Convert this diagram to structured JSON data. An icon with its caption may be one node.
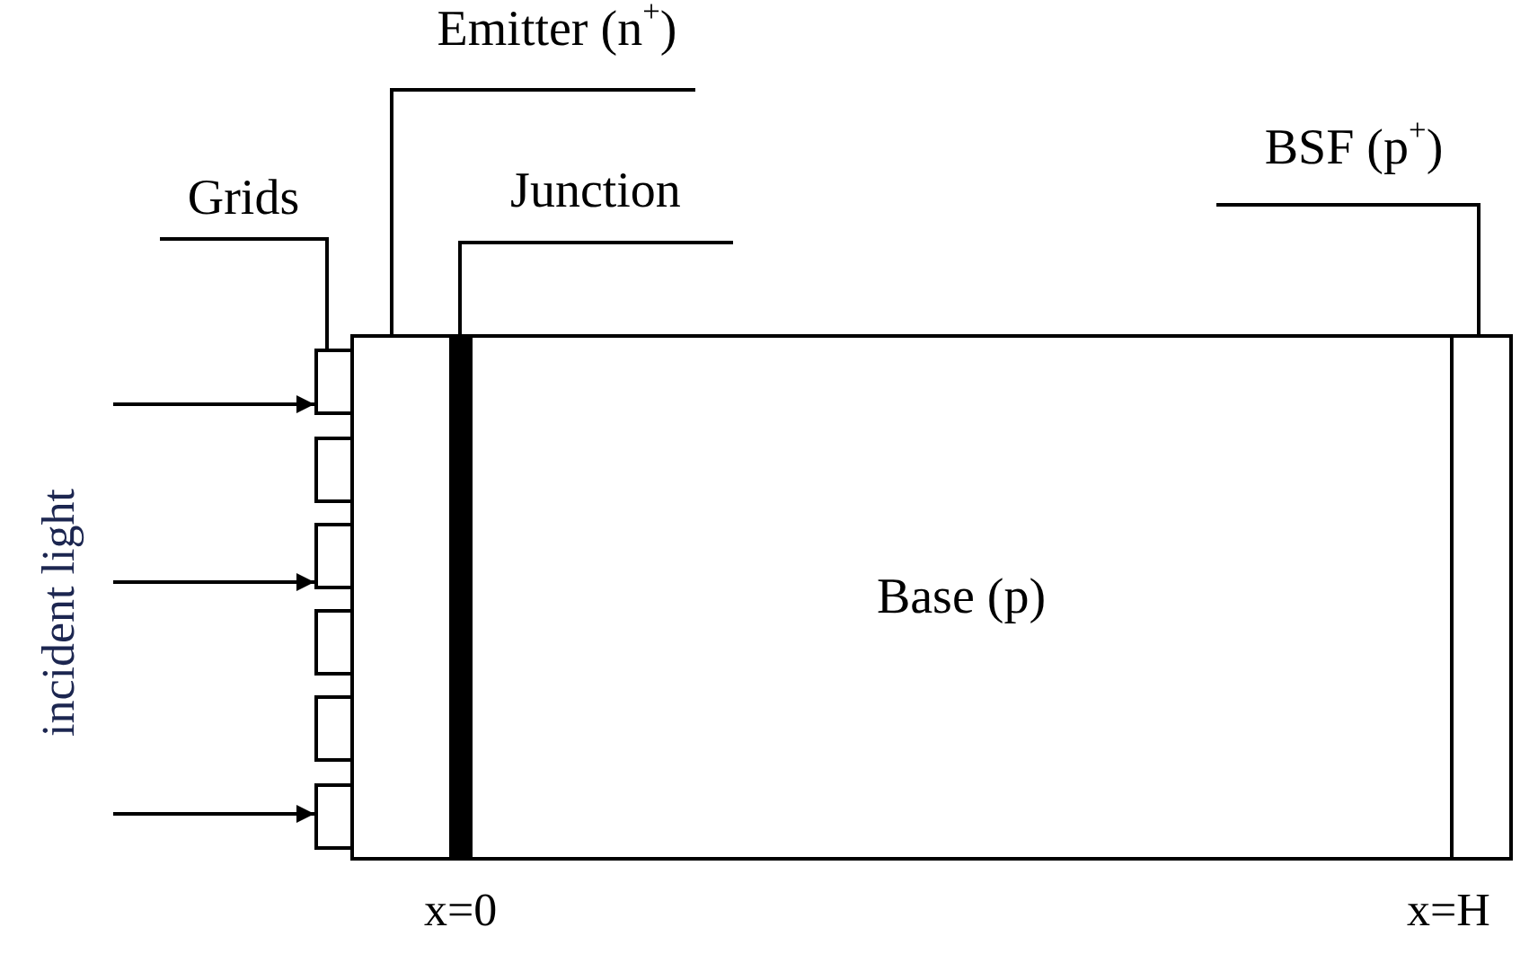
{
  "diagram": {
    "nodes": [
      {
        "text": [
          "Grids"
        ]
      },
      {
        "text": [
          "Emitter (n$^{+}$)"
        ]
      },
      {
        "text": [
          "Junction"
        ]
      },
      {
        "text": [
          "BSF (p$^{+}$)"
        ]
      },
      {
        "text": [],
        "shape": "box"
      },
      {
        "text": [],
        "shape": "bar"
      },
      {
        "text": [
          "Base (p)"
        ]
      },
      {
        "text": [],
        "shape": "box"
      },
      {
        "text": [],
        "shape": "box"
      },
      {
        "text": [],
        "shape": "box"
      },
      {
        "text": [],
        "shape": "box"
      },
      {
        "text": [],
        "shape": "box"
      },
      {
        "text": [],
        "shape": "box"
      },
      {
        "text": [],
        "shape": "box"
      }
    ],
    "edges": [
      {
        "from": 0,
        "to": 8,
        "arrow": "none"
      },
      {
        "from": 1,
        "to": 4,
        "arrow": "none"
      },
      {
        "from": 2,
        "to": 5,
        "arrow": "none"
      },
      {
        "from": 3,
        "to": 7,
        "arrow": "none"
      },
      {
        "from": null,
        "to": 8,
        "arrow": "to"
      },
      {
        "from": null,
        "to": 10,
        "arrow": "to"
      },
      {
        "from": null,
        "to": 13,
        "arrow": "to"
      }
    ],
    "labels": [
      "incident light",
      "x=0",
      "x=H"
    ]
  }
}
